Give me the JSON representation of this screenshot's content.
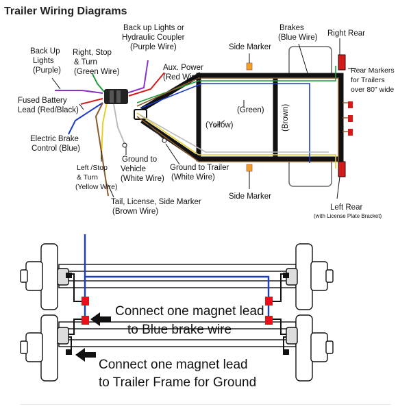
{
  "title": "Trailer Wiring Diagrams",
  "labels": {
    "back_up_lights": [
      "Back Up",
      "Lights",
      "(Purple)"
    ],
    "right_stop_turn": [
      "Right, Stop",
      "& Turn",
      "(Green Wire)"
    ],
    "backup_hydraulic": [
      "Back up Lights or",
      "Hydraulic Coupler",
      "(Purple Wire)"
    ],
    "aux_power": [
      "Aux. Power",
      "(Red Wire)"
    ],
    "fused_battery": [
      "Fused Battery",
      "Lead (Red/Black)"
    ],
    "electric_brake": [
      "Electric Brake",
      "Control (Blue)"
    ],
    "left_stop_turn": [
      "Left /Stop",
      "& Turn",
      "(Yellow Wire)"
    ],
    "ground_vehicle": [
      "Ground to",
      "Vehicle",
      "(White Wire)"
    ],
    "ground_trailer": [
      "Ground to Trailer",
      "(White Wire)"
    ],
    "tail_license": [
      "Tail, License, Side Marker",
      "(Brown Wire)"
    ],
    "side_marker_top": "Side Marker",
    "side_marker_bottom": "Side Marker",
    "brakes": [
      "Brakes",
      "(Blue Wire)"
    ],
    "right_rear": "Right Rear",
    "rear_markers": [
      "Rear Markers",
      "for Trailers",
      "over 80\" wide"
    ],
    "left_rear": "Left Rear",
    "left_rear_note": "(with License Plate Bracket)",
    "green": "(Green)",
    "yellow": "(Yellow)",
    "brown": "(Brown)"
  },
  "axle_notes": {
    "magnet_blue": [
      "Connect one magnet lead",
      "to Blue brake wire"
    ],
    "magnet_ground": [
      "Connect one magnet lead",
      "to Trailer Frame for Ground"
    ]
  },
  "colors": {
    "purple": "#8b2fc9",
    "green": "#1e9e3a",
    "red": "#d61a1a",
    "blue": "#1a3cc9",
    "yellow": "#e6cf2a",
    "brown": "#8a5a2b",
    "white_wire": "#bbbbbb",
    "frame": "#111111",
    "marker_amber": "#f0a020",
    "connector_red": "#e8101c"
  }
}
